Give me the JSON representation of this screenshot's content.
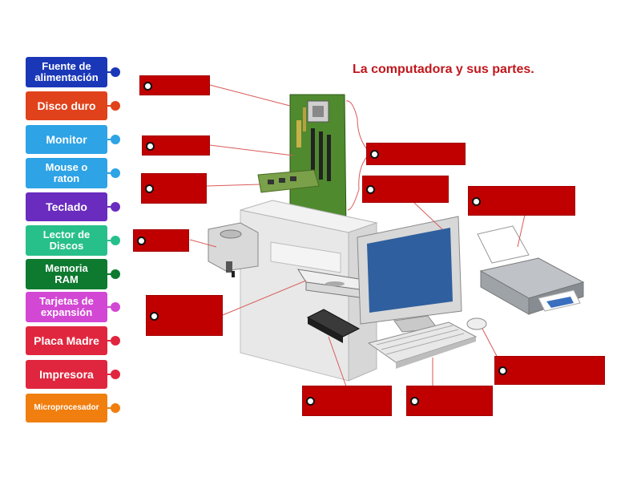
{
  "title": "La computadora y sus partes.",
  "labels": [
    {
      "text": "Fuente de alimentación",
      "color": "#1a37b8"
    },
    {
      "text": "Disco duro",
      "color": "#e0421c"
    },
    {
      "text": "Monitor",
      "color": "#2ea3e6"
    },
    {
      "text": "Mouse o raton",
      "color": "#2ea3e6"
    },
    {
      "text": "Teclado",
      "color": "#6a2cbf"
    },
    {
      "text": "Lector de Discos",
      "color": "#27c08a"
    },
    {
      "text": "Memoria RAM",
      "color": "#0d7a2f"
    },
    {
      "text": "Tarjetas de expansión",
      "color": "#d248d4"
    },
    {
      "text": "Placa Madre",
      "color": "#e0263e"
    },
    {
      "text": "Impresora",
      "color": "#e0263e"
    },
    {
      "text": "Microprocesador",
      "color": "#f07f10"
    }
  ],
  "colors": {
    "target_fill": "#c00000",
    "title": "#c0171c",
    "leader_line": "#d95a5a"
  }
}
